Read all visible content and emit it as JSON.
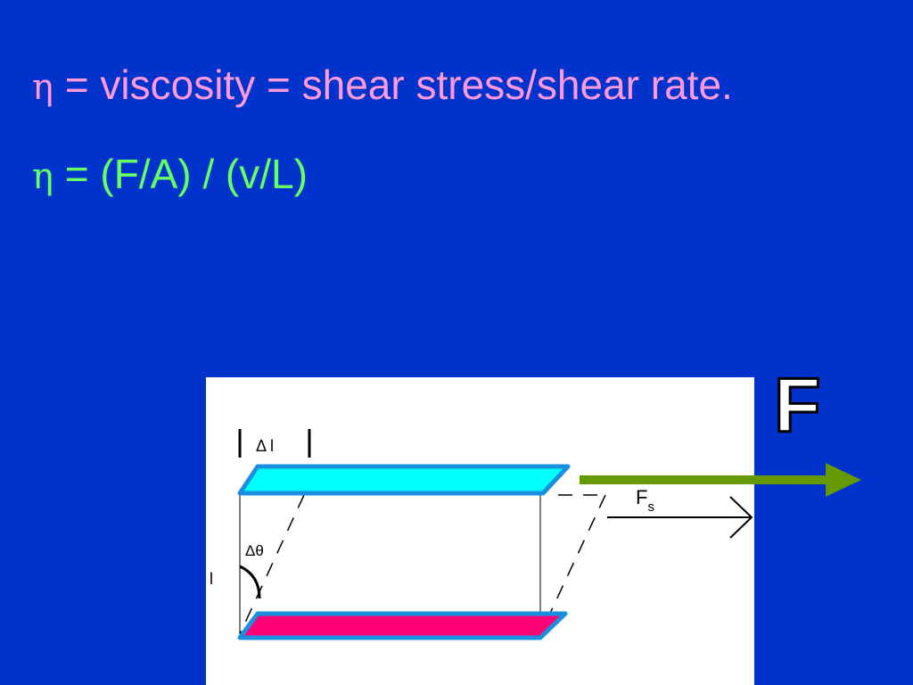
{
  "slide": {
    "line1": {
      "symbol": "η",
      "text": " = viscosity = shear stress/shear rate."
    },
    "line2": {
      "symbol": "η",
      "text": " = (F/A) / (v/L)"
    },
    "force_label": "F"
  },
  "diagram": {
    "displacement_label": "Δ l",
    "angle_label": "Δθ",
    "height_label": "l",
    "shear_force_label": "F",
    "shear_force_subscript": "s"
  },
  "colors": {
    "background": "#0033cc",
    "line1_text": "#ff99dd",
    "line2_text": "#66ff66",
    "top_plate": "#00ffff",
    "bottom_plate": "#ff0077",
    "plate_border": "#1a8fe0",
    "force_arrow": "#669900",
    "force_label": "#ffffff",
    "panel": "#ffffff"
  }
}
